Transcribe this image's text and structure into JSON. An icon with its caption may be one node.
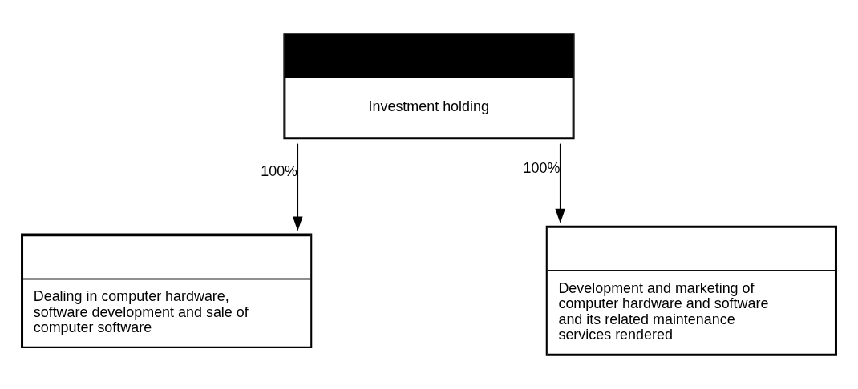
{
  "diagram": {
    "nodes": [
      {
        "text": [
          "Investment holding"
        ]
      },
      {
        "text": [
          "Dealing in computer hardware, software development and sale of computer software"
        ]
      },
      {
        "text": [
          "Development and marketing of computer hardware and software and its related maintenance services rendered"
        ]
      }
    ],
    "edges": [
      {
        "from": 0,
        "to": 1,
        "arrow": "to",
        "label": "100%"
      },
      {
        "from": 0,
        "to": 2,
        "arrow": "to",
        "label": "100%"
      }
    ]
  }
}
